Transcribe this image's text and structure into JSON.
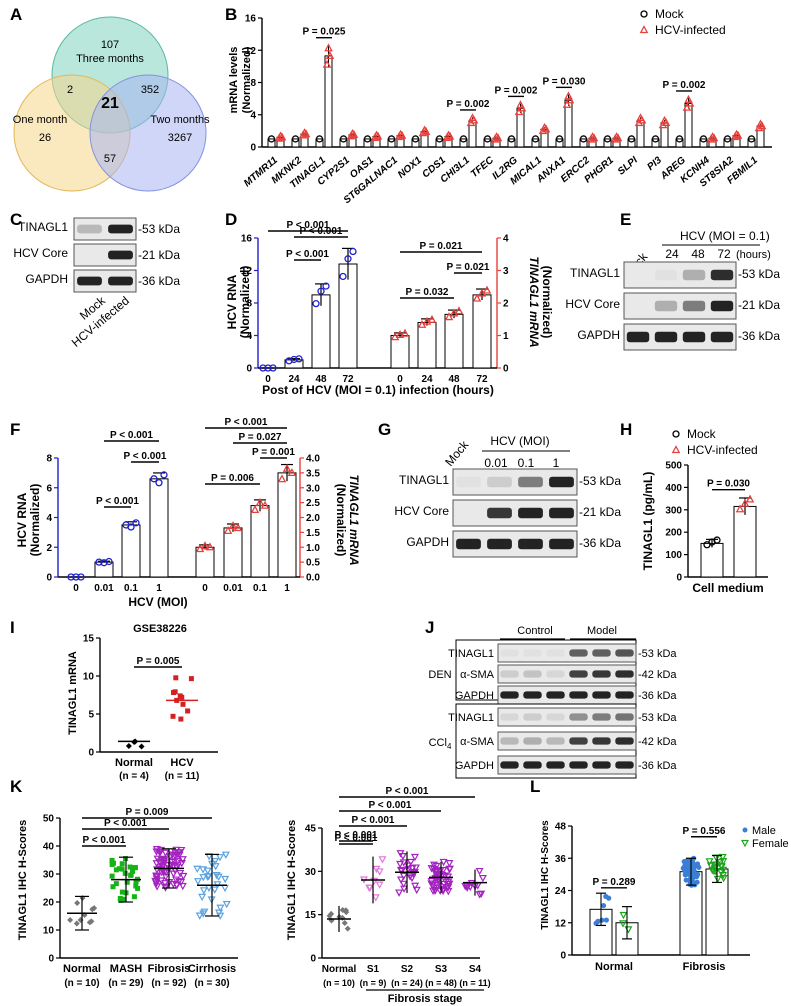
{
  "colors": {
    "blue": "#1f1fd1",
    "red": "#e8403c",
    "green": "#16b316",
    "purple": "#a323c0",
    "pink": "#e07ad8",
    "lightblue": "#5aa2e0",
    "gray": "#777777",
    "venn_teal": "#7fd3c0",
    "venn_yellow": "#f5d58a",
    "venn_blue": "#a8b4f2"
  },
  "panels": {
    "A": {
      "label": "A",
      "circles": [
        "Three months",
        "One month",
        "Two months"
      ],
      "counts": {
        "three_only": "107",
        "one_only": "26",
        "two_only": "3267",
        "one_three": "2",
        "three_two": "352",
        "one_two": "57",
        "all": "21"
      }
    },
    "B": {
      "label": "B",
      "ylabel": "mRNA levels",
      "ylabel2": "(Normalized)",
      "legend": [
        "Mock",
        "HCV-infected"
      ],
      "chart_data": {
        "type": "bar",
        "ylim": [
          0,
          16
        ],
        "yticks": [
          "0",
          "4",
          "8",
          "12",
          "16"
        ],
        "categories": [
          "MTMR11",
          "MKNK2",
          "TINAGL1",
          "CYP2S1",
          "OAS1",
          "ST6GALNAC1",
          "NOX1",
          "CDS1",
          "CHI3L1",
          "TFEC",
          "IL2RG",
          "MICAL1",
          "ANXA1",
          "ERCC2",
          "PHGR1",
          "SLPI",
          "PI3",
          "AREG",
          "KCNH4",
          "ST8SIA2",
          "FBMIL1"
        ],
        "series": [
          {
            "name": "Mock",
            "values": [
              1,
              1,
              1,
              1,
              1,
              1,
              1,
              1,
              1,
              1,
              1,
              1,
              1,
              1,
              1,
              1,
              1,
              1,
              1,
              1,
              1
            ]
          },
          {
            "name": "HCV-infected",
            "values": [
              1.2,
              1.6,
              11.3,
              1.5,
              1.3,
              1.4,
              1.9,
              1.3,
              3.3,
              1.1,
              4.8,
              2.2,
              5.8,
              1.1,
              1.1,
              3.3,
              3.0,
              5.4,
              1.1,
              1.4,
              2.6
            ]
          }
        ],
        "annotations": [
          {
            "gene": "TINAGL1",
            "p": "P = 0.025"
          },
          {
            "gene": "CHI3L1",
            "p": "P = 0.002"
          },
          {
            "gene": "IL2RG",
            "p": "P = 0.002"
          },
          {
            "gene": "ANXA1",
            "p": "P = 0.030"
          },
          {
            "gene": "AREG",
            "p": "P = 0.002"
          }
        ]
      }
    },
    "C": {
      "label": "C",
      "rows": [
        "TINAGL1",
        "HCV Core",
        "GAPDH"
      ],
      "kda": [
        "-53 kDa",
        "-21 kDa",
        "-36 kDa"
      ],
      "lanes": [
        "Mock",
        "HCV-infected"
      ]
    },
    "D": {
      "label": "D",
      "yl": "HCV RNA",
      "yl2": "(Normalized)",
      "yr": "TINAGL1 mRNA",
      "yr2": "(Normalized)",
      "xlabel": "Post of HCV (MOI = 0.1) infection (hours)",
      "chart_data": {
        "type": "bar",
        "categories": [
          "0",
          "24",
          "48",
          "72"
        ],
        "series": [
          {
            "name": "HCV RNA",
            "ylim": [
              0,
              16
            ],
            "yticks": [
              "0",
              "4",
              "8",
              "12",
              "16"
            ],
            "values": [
              0,
              1,
              9,
              12.8
            ]
          },
          {
            "name": "TINAGL1 mRNA",
            "ylim": [
              0,
              4
            ],
            "yticks": [
              "0",
              "1",
              "2",
              "3",
              "4"
            ],
            "values": [
              1,
              1.4,
              1.65,
              2.25
            ]
          }
        ],
        "annotations": [
          "P < 0.001",
          "P < 0.001",
          "P < 0.001",
          "P = 0.021",
          "P = 0.032"
        ]
      }
    },
    "E": {
      "label": "E",
      "title": "HCV (MOI = 0.1)",
      "lanes": [
        "Mock",
        "24",
        "48",
        "72"
      ],
      "unit": "(hours)",
      "rows": [
        "TINAGL1",
        "HCV Core",
        "GAPDH"
      ],
      "kda": [
        "-53 kDa",
        "-21 kDa",
        "-36 kDa"
      ]
    },
    "F": {
      "label": "F",
      "yl": "HCV RNA",
      "yl2": "(Normalized)",
      "yr": "TINAGL1 mRNA",
      "yr2": "(Normalized)",
      "xlabel": "HCV (MOI)",
      "chart_data": {
        "type": "bar",
        "categories": [
          "0",
          "0.01",
          "0.1",
          "1"
        ],
        "series": [
          {
            "name": "HCV RNA",
            "ylim": [
              0,
              8
            ],
            "yticks": [
              "0",
              "2",
              "4",
              "6",
              "8"
            ],
            "values": [
              0,
              1,
              3.5,
              6.6
            ]
          },
          {
            "name": "TINAGL1 mRNA",
            "ylim": [
              0,
              4
            ],
            "yticks": [
              "0.0",
              "0.5",
              "1.0",
              "1.5",
              "2.0",
              "2.5",
              "3.0",
              "3.5",
              "4.0"
            ],
            "values": [
              1,
              1.65,
              2.4,
              3.5
            ]
          }
        ],
        "annotations": [
          "P < 0.001",
          "P < 0.001",
          "P < 0.001",
          "P < 0.001",
          "P = 0.027",
          "P = 0.001",
          "P = 0.006"
        ]
      }
    },
    "G": {
      "label": "G",
      "title": "HCV (MOI)",
      "lanes": [
        "Mock",
        "0.01",
        "0.1",
        "1"
      ],
      "rows": [
        "TINAGL1",
        "HCV Core",
        "GAPDH"
      ],
      "kda": [
        "-53 kDa",
        "-21 kDa",
        "-36 kDa"
      ]
    },
    "H": {
      "label": "H",
      "legend": [
        "Mock",
        "HCV-infected"
      ],
      "ylabel": "TINAGL1 (pg/mL)",
      "xlabel": "Cell medium",
      "p": "P = 0.030",
      "chart_data": {
        "type": "bar",
        "ylim": [
          0,
          500
        ],
        "yticks": [
          "0",
          "100",
          "200",
          "300",
          "400",
          "500"
        ],
        "categories": [
          "Mock",
          "HCV-infected"
        ],
        "values": [
          150,
          315
        ]
      }
    },
    "I": {
      "label": "I",
      "title": "GSE38226",
      "ylabel": "TINAGL1 mRNA",
      "p": "P = 0.005",
      "chart_data": {
        "type": "scatter",
        "ylim": [
          0,
          15
        ],
        "yticks": [
          "0",
          "5",
          "10",
          "15"
        ],
        "groups": [
          {
            "name": "Normal",
            "n": "(n = 4)",
            "mean": 1.4
          },
          {
            "name": "HCV",
            "n": "(n = 11)",
            "mean": 6.8
          }
        ]
      }
    },
    "J": {
      "label": "J",
      "groups": [
        "Control",
        "Model"
      ],
      "blocks": [
        {
          "name": "DEN",
          "rows": [
            "TINAGL1",
            "α-SMA",
            "GAPDH"
          ],
          "kda": [
            "-53 kDa",
            "-42 kDa",
            "-36 kDa"
          ]
        },
        {
          "name": "CCl",
          "sub": "4",
          "rows": [
            "TINAGL1",
            "α-SMA",
            "GAPDH"
          ],
          "kda": [
            "-53 kDa",
            "-42 kDa",
            "-36 kDa"
          ]
        }
      ]
    },
    "K": {
      "label": "K",
      "ylabel": "TINAGL1 IHC H-Scores",
      "chart_data": [
        {
          "type": "scatter",
          "ylim": [
            0,
            50
          ],
          "yticks": [
            "0",
            "10",
            "20",
            "30",
            "40",
            "50"
          ],
          "groups": [
            {
              "name": "Normal",
              "n": "(n = 10)",
              "mean": 16
            },
            {
              "name": "MASH",
              "n": "(n = 29)",
              "mean": 28
            },
            {
              "name": "Fibrosis",
              "n": "(n = 92)",
              "mean": 32
            },
            {
              "name": "Cirrhosis",
              "n": "(n = 30)",
              "mean": 26
            }
          ],
          "annotations": [
            "P = 0.009",
            "P < 0.001",
            "P < 0.001"
          ]
        },
        {
          "type": "scatter",
          "ylim": [
            0,
            50
          ],
          "yticks": [
            "0",
            "15",
            "30",
            "45"
          ],
          "xlabel": "Fibrosis stage",
          "groups": [
            {
              "name": "Normal",
              "n": "(n = 10)",
              "mean": 15
            },
            {
              "name": "S1",
              "n": "(n = 9)",
              "mean": 30
            },
            {
              "name": "S2",
              "n": "(n = 24)",
              "mean": 33
            },
            {
              "name": "S3",
              "n": "(n = 48)",
              "mean": 31
            },
            {
              "name": "S4",
              "n": "(n = 11)",
              "mean": 29
            }
          ],
          "annotations": [
            "P < 0.001",
            "P < 0.001",
            "P < 0.001",
            "P < 0.001",
            "P < 0.001"
          ]
        }
      ]
    },
    "L": {
      "label": "L",
      "ylabel": "TINAGL1 IHC H-Scores",
      "legend": [
        "Male",
        "Female"
      ],
      "chart_data": {
        "type": "bar",
        "ylim": [
          0,
          48
        ],
        "yticks": [
          "0",
          "12",
          "24",
          "36",
          "48"
        ],
        "categories": [
          "Normal",
          "Fibrosis"
        ],
        "series": [
          {
            "name": "Male",
            "values": [
              17,
              31
            ]
          },
          {
            "name": "Female",
            "values": [
              12,
              32
            ]
          }
        ],
        "annotations": [
          "P = 0.289",
          "P = 0.556"
        ]
      }
    }
  }
}
